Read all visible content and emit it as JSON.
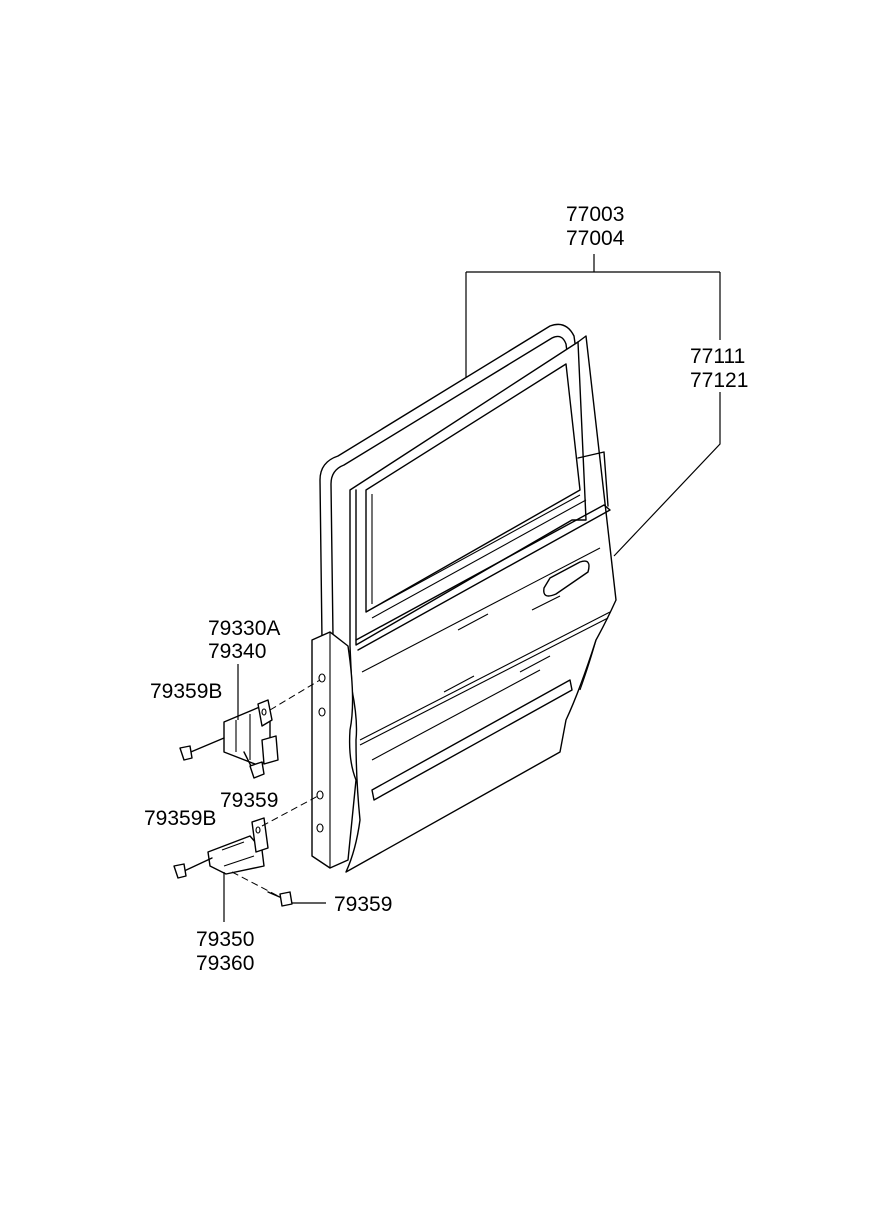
{
  "labels": {
    "door_assy": [
      "77003",
      "77004"
    ],
    "door_panel": [
      "77111",
      "77121"
    ],
    "upper_hinge": [
      "79330A",
      "79340"
    ],
    "upper_hinge_bolt_left": "79359B",
    "upper_hinge_bolt_lower": "79359",
    "lower_hinge_bolt_left": "79359B",
    "lower_hinge_bolt_right": "79359",
    "lower_hinge": [
      "79350",
      "79360"
    ]
  }
}
